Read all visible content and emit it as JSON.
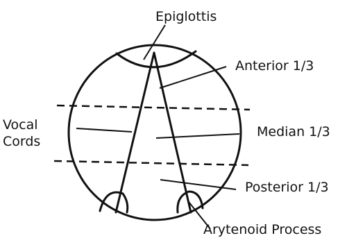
{
  "labels": {
    "epiglottis": "Epiglottis",
    "anterior": "Anterior 1/3",
    "vocal_cords_line1": "Vocal",
    "vocal_cords_line2": "Cords",
    "median": "Median 1/3",
    "posterior": "Posterior 1/3",
    "arytenoid": "Arytenoid Process"
  }
}
